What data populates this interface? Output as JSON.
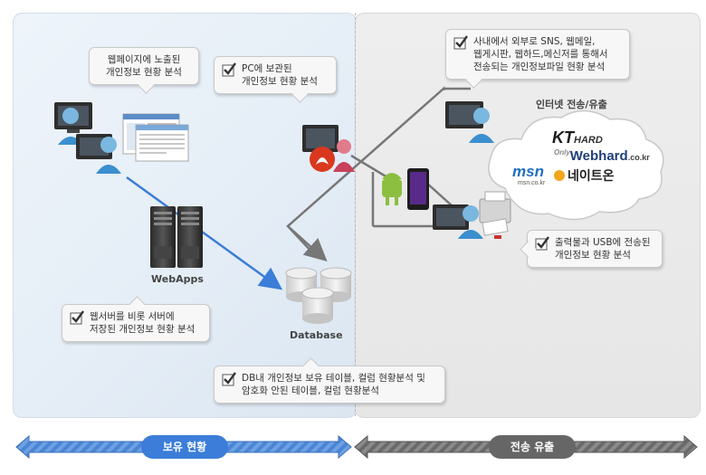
{
  "callouts": {
    "web_pages": [
      "웹페이지에 노출된",
      "개인정보 현황 분석"
    ],
    "pc": [
      "PC에 보관된",
      "개인정보 현황 분석"
    ],
    "webserver": [
      "웹서버를 비롯 서버에",
      "저장된 개인정보 현황 분석"
    ],
    "db": [
      "DB내 개인정보 보유 테이블, 컬럼 현황분석 및",
      "암호화 안된 테이블, 컬럼 현황분석"
    ],
    "outbound": [
      "사내에서 외부로 SNS, 웹메일,",
      "웹게시판, 웹하드,메신저를 통해서",
      "전송되는 개인정보파일 현황 분석"
    ],
    "print_usb": [
      "출력물과 USB에 전송된",
      "개인정보 현황 분석"
    ]
  },
  "labels": {
    "webapps": "WebApps",
    "database": "Database",
    "internet": "인터넷 전송/유출"
  },
  "cloud": {
    "kt": "KT",
    "kt_suffix": "HARD",
    "webhard_small": "Only",
    "webhard": "Webhard",
    "webhard_suffix": ".co.kr",
    "msn": "msn",
    "msn_sub": "msn.co.kr",
    "nate": "네이트온"
  },
  "bottom": {
    "left_label": "보유 현황",
    "right_label": "전송 유출"
  },
  "colors": {
    "accent_blue": "#3b7dd8",
    "flow_gray": "#777777",
    "check_dark": "#333333"
  }
}
